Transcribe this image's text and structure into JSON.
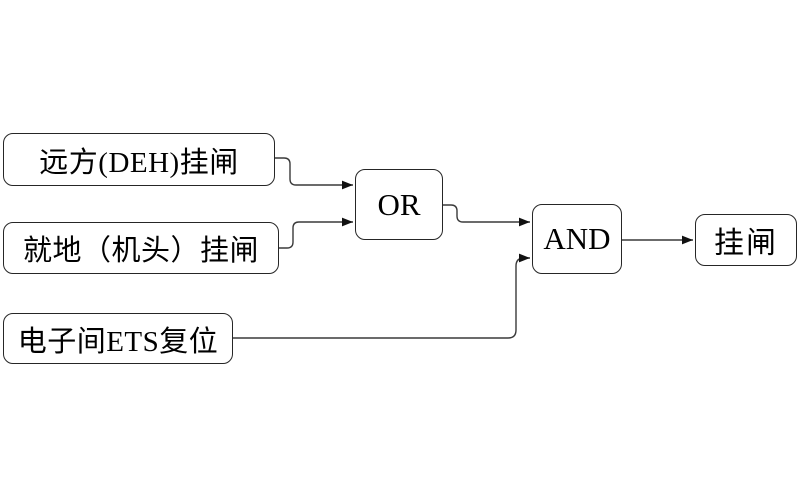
{
  "diagram": {
    "description": "Turbine latch (挂闸) permissive logic diagram with OR and AND gates",
    "colors": {
      "background": "#ffffff",
      "box_border": "#262626",
      "wire": "#3a3a3a",
      "arrowhead": "#111111",
      "text": "#000000"
    },
    "nodes": {
      "input_remote": {
        "label": "远方(DEH)挂闸"
      },
      "input_local": {
        "label": "就地（机头）挂闸"
      },
      "input_ets": {
        "label": "电子间ETS复位"
      },
      "gate_or": {
        "label": "OR"
      },
      "gate_and": {
        "label": "AND"
      },
      "output": {
        "label": "挂闸"
      }
    },
    "connections": [
      {
        "from": "input_remote",
        "to": "gate_or"
      },
      {
        "from": "input_local",
        "to": "gate_or"
      },
      {
        "from": "gate_or",
        "to": "gate_and"
      },
      {
        "from": "input_ets",
        "to": "gate_and"
      },
      {
        "from": "gate_and",
        "to": "output"
      }
    ]
  }
}
